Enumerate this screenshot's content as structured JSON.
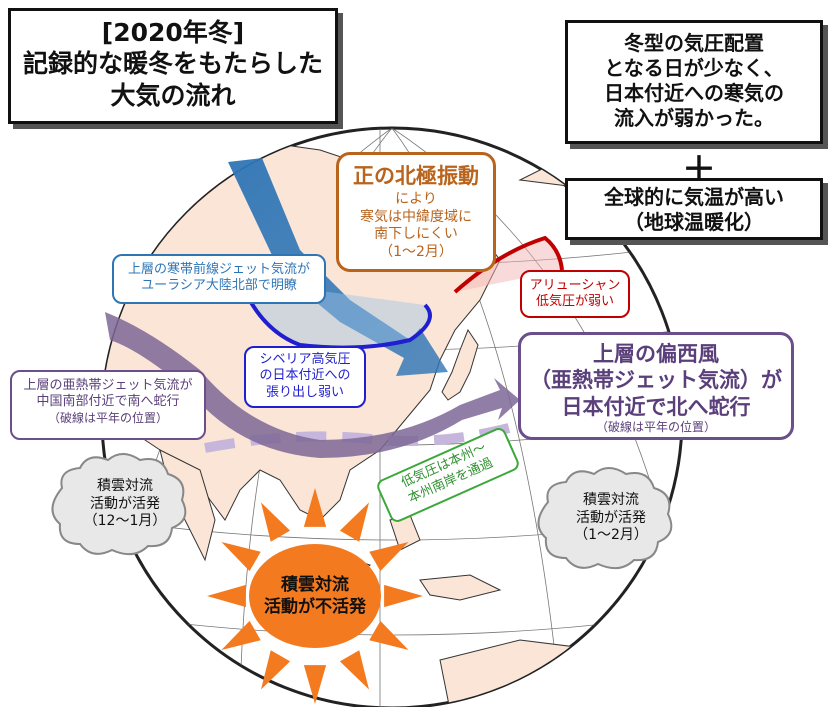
{
  "title": {
    "line1": "[2020年冬]",
    "line2": "記録的な暖冬をもたらした",
    "line3": "大気の流れ"
  },
  "summary_top": {
    "line1": "冬型の気圧配置",
    "line2": "となる日が少なく、",
    "line3": "日本付近への寒気の",
    "line4": "流入が弱かった。"
  },
  "plus": "＋",
  "summary_bottom": {
    "line1": "全球的に気温が高い",
    "line2": "（地球温暖化）"
  },
  "arctic_oscillation": {
    "title": "正の北極振動",
    "line1": "により",
    "line2": "寒気は中緯度域に",
    "line3": "南下しにくい",
    "line4": "（1～2月）"
  },
  "polar_jet": {
    "line1": "上層の寒帯前線ジェット気流が",
    "line2": "ユーラシア大陸北部で明瞭"
  },
  "siberian_high": {
    "line1": "シベリア高気圧",
    "line2": "の日本付近への",
    "line3": "張り出し弱い"
  },
  "aleutian_low": {
    "line1": "アリューシャン",
    "line2": "低気圧が弱い"
  },
  "westerly": {
    "line1": "上層の偏西風",
    "line2": "（亜熱帯ジェット気流）が",
    "line3": "日本付近で北へ蛇行",
    "note": "（破線は平年の位置）"
  },
  "subtropical_left": {
    "line1": "上層の亜熱帯ジェット気流が",
    "line2": "中国南部付近で南へ蛇行",
    "note": "（破線は平年の位置）"
  },
  "low_pressure": {
    "line1": "低気圧は本州～",
    "line2": "本州南岸を通過"
  },
  "cloud_left": {
    "line1": "積雲対流",
    "line2": "活動が活発",
    "line3": "（12～1月）"
  },
  "cloud_right": {
    "line1": "積雲対流",
    "line2": "活動が活発",
    "line3": "（1～2月）"
  },
  "sun": {
    "line1": "積雲対流",
    "line2": "活動が不活発"
  },
  "colors": {
    "ocean": "#ffffff",
    "land": "#fbe5d6",
    "coast": "#333333",
    "polar_jet": "#2e75b6",
    "siberian_high": "#1f1fd0",
    "aleutian": "#c00000",
    "subtropical_jet": "#7c6796",
    "low_pressure": "#3aa93a",
    "arctic_box": "#b8641c",
    "sun": "#f47a1f"
  }
}
